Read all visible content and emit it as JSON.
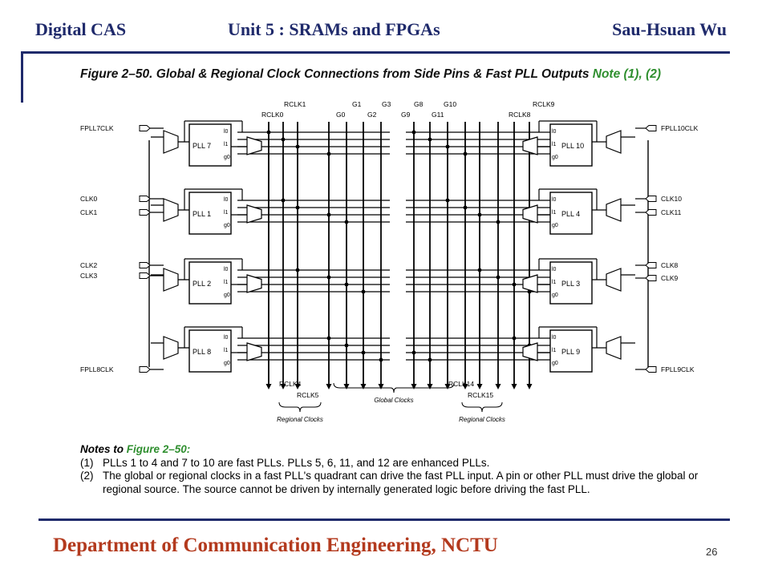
{
  "header": {
    "left": "Digital CAS",
    "center": "Unit 5 : SRAMs and FPGAs",
    "right": "Sau-Hsuan Wu"
  },
  "figure": {
    "caption": "Figure 2–50. Global & Regional Clock Connections from Side Pins & Fast PLL Outputs",
    "caption_note": "Note (1), (2)",
    "left_pins": [
      "FPLL7CLK",
      "CLK0",
      "CLK1",
      "CLK2",
      "CLK3",
      "FPLL8CLK"
    ],
    "right_pins": [
      "FPLL10CLK",
      "CLK10",
      "CLK11",
      "CLK8",
      "CLK9",
      "FPLL9CLK"
    ],
    "left_plls": [
      "PLL 7",
      "PLL 1",
      "PLL 2",
      "PLL 8"
    ],
    "right_plls": [
      "PLL 10",
      "PLL 4",
      "PLL 3",
      "PLL 9"
    ],
    "pll_ports": [
      "l0",
      "l1",
      "g0"
    ],
    "top_labels": [
      "RCLK1",
      "RCLK0",
      "G1",
      "G3",
      "G0",
      "G2",
      "G8",
      "G10",
      "G9",
      "G11",
      "RCLK9",
      "RCLK8"
    ],
    "bottom_labels": [
      "RCLK4",
      "RCLK5",
      "RCLK14",
      "RCLK15"
    ],
    "group_labels": [
      "Regional Clocks",
      "Global Clocks",
      "Regional Clocks"
    ]
  },
  "notes": {
    "title": "Notes to",
    "title_ref": "Figure 2–50:",
    "items": [
      {
        "num": "(1)",
        "text": "PLLs 1 to 4 and 7 to 10 are fast PLLs. PLLs 5, 6, 11, and 12 are enhanced PLLs."
      },
      {
        "num": "(2)",
        "text": "The global or regional clocks in a fast PLL's quadrant can drive the fast PLL input. A pin or other PLL must drive the global or regional source. The source cannot be driven by internally generated logic before driving the fast PLL."
      }
    ]
  },
  "footer": {
    "department": "Department of Communication Engineering, NCTU",
    "page": "26"
  },
  "colors": {
    "header_text": "#1f2a6b",
    "footer_text": "#b33a1e",
    "note_accent": "#2f8f2f"
  }
}
